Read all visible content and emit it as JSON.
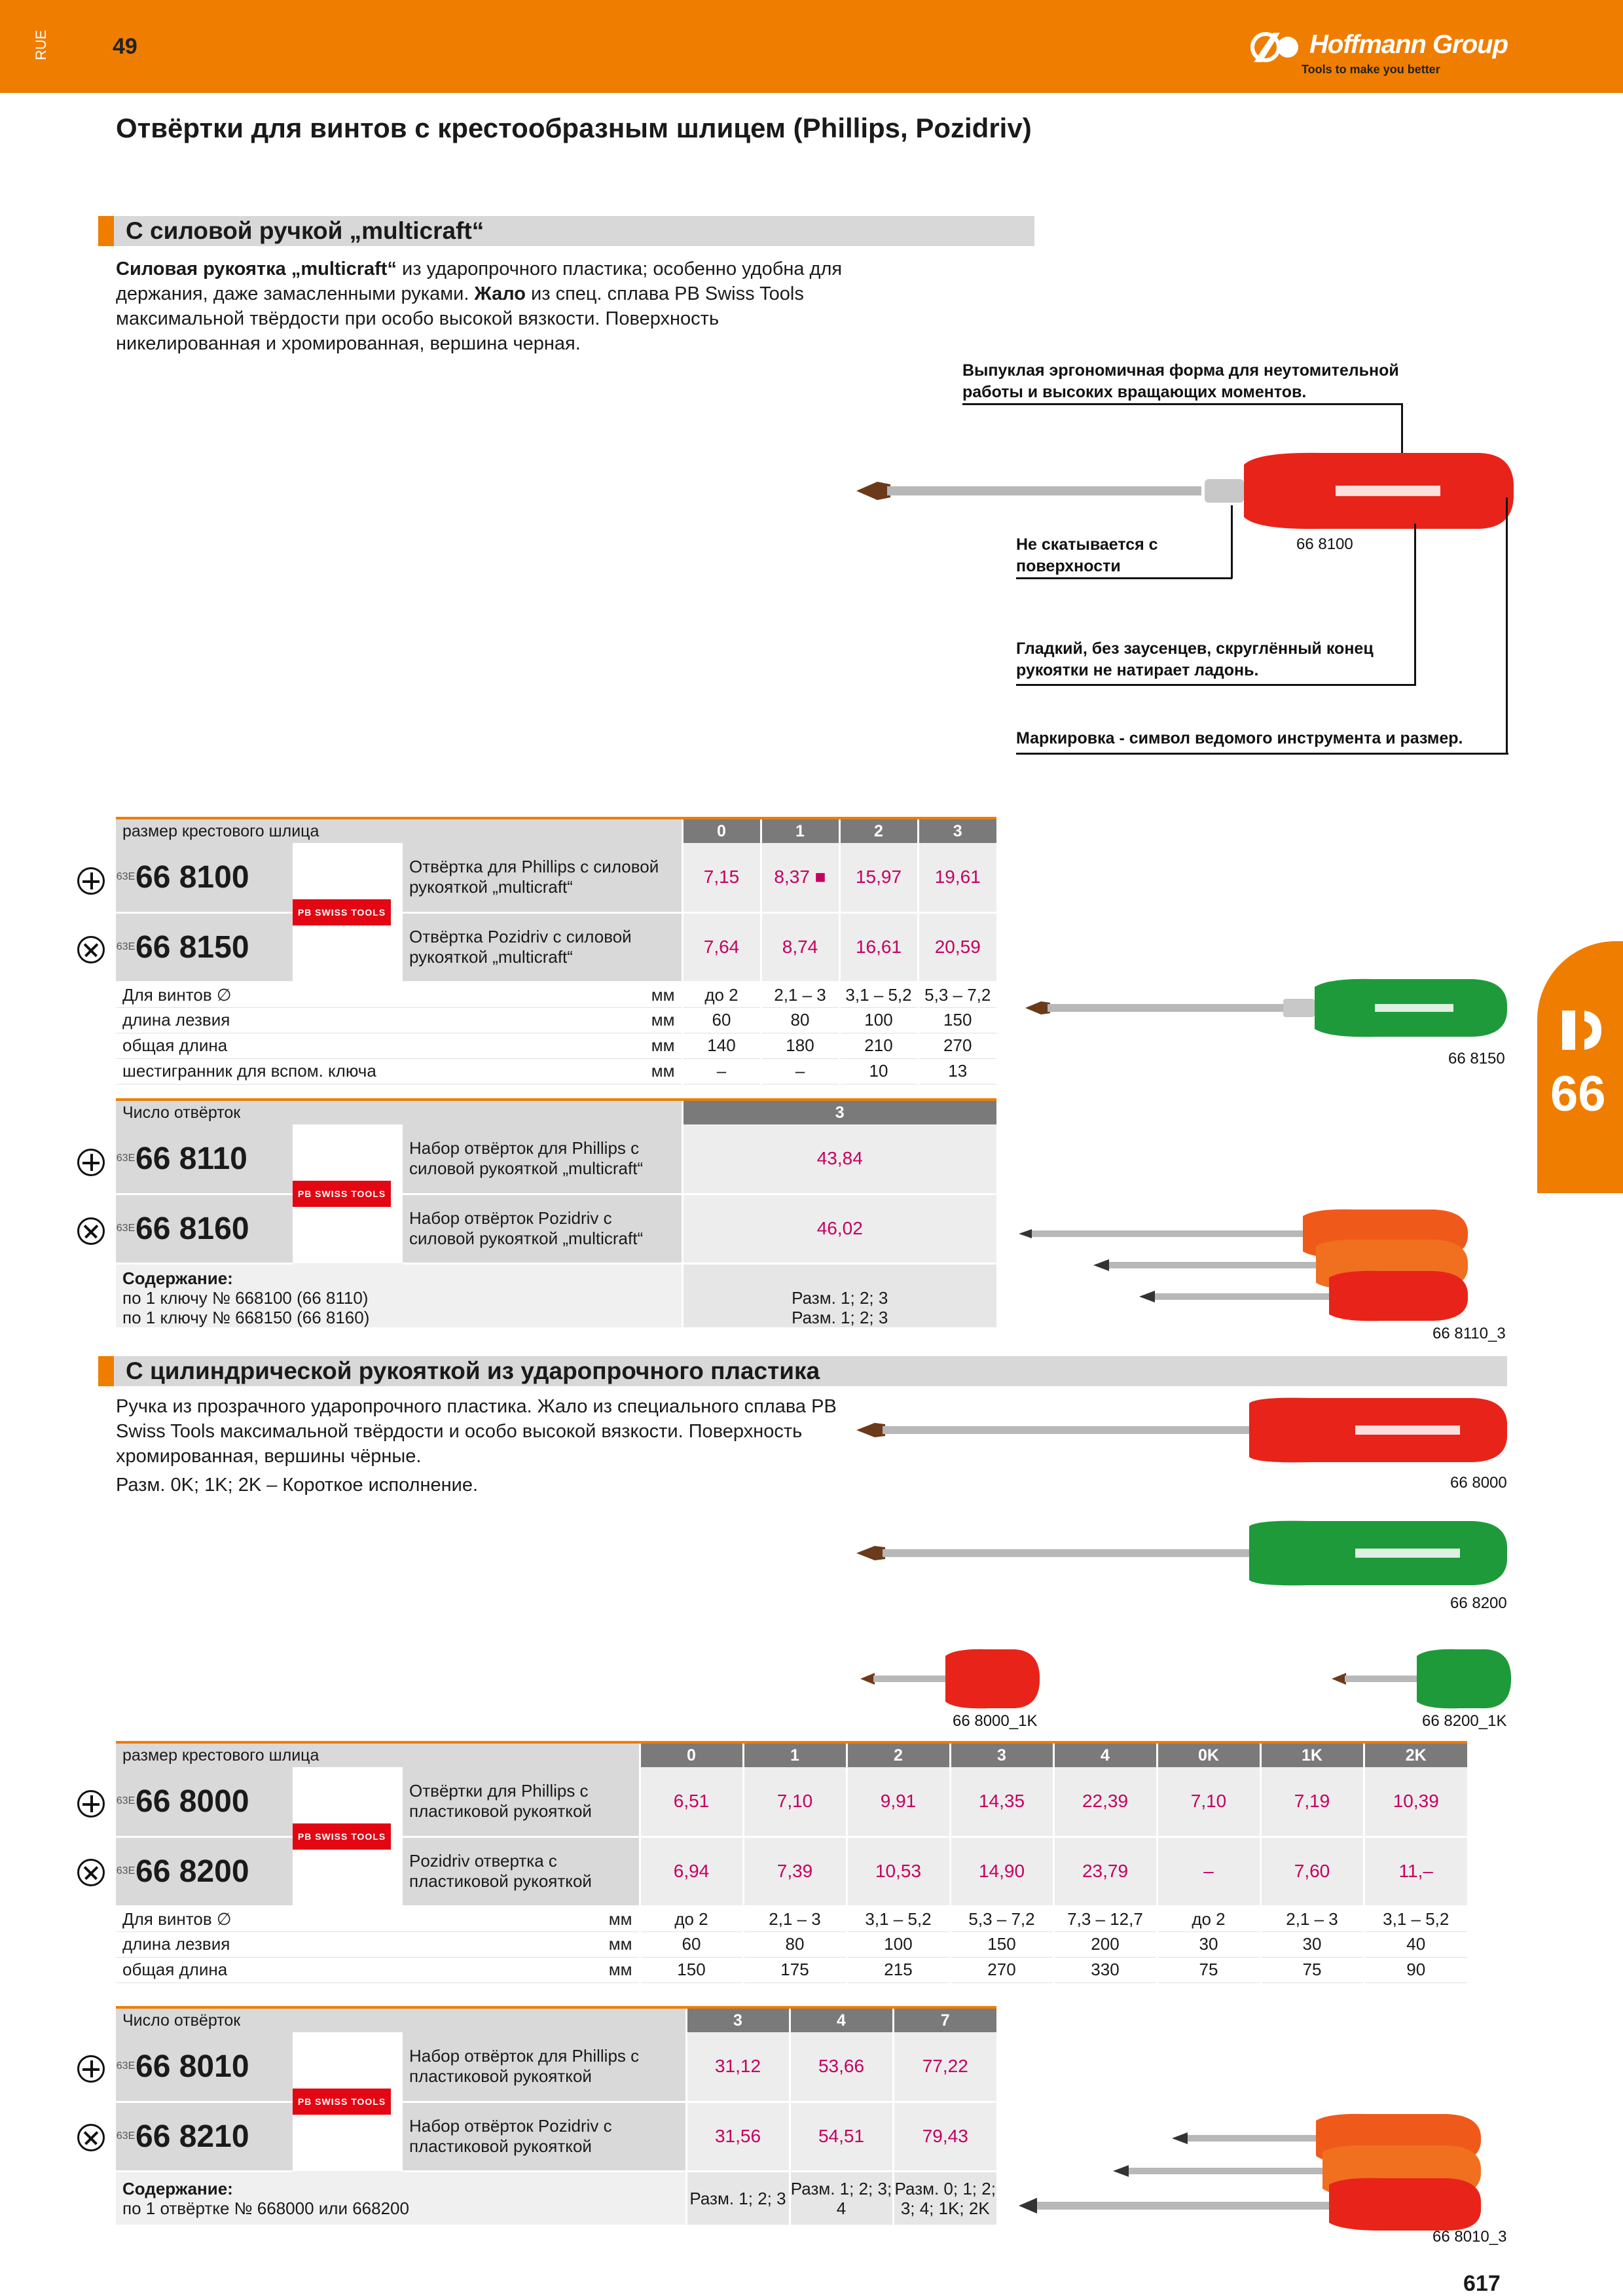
{
  "header": {
    "lang": "RUE",
    "page_left": "49",
    "brand": "Hoffmann Group",
    "tagline": "Tools to make you better"
  },
  "page_title": "Отвёртки для винтов с крестообразным шлицем (Phillips, Pozidriv)",
  "section1": {
    "title": "С силовой ручкой „multicraft“",
    "p_bold1": "Силовая рукоятка „multicraft“",
    "p_text1": " из ударопрочного пластика; особенно удобна для держания, даже замасленными руками. ",
    "p_bold2": "Жало",
    "p_text2": " из спец. сплава PB Swiss Tools максимальной твёрдости при особо высокой вязкости. Поверхность никелированная и хромированная, вершина черная.",
    "callouts": [
      "Выпуклая эргономичная форма для неутомительной работы и высоких вращающих моментов.",
      "Не скатывается с поверхности",
      "Гладкий, без заусенцев, скруглённый конец рукоятки не натирает ладонь.",
      "Маркировка - символ ведомого инструмента и размер."
    ],
    "img_labels": [
      "66 8100",
      "66 8150",
      "66 8110_3"
    ],
    "table1": {
      "header": "размер крестового шлица",
      "cols": [
        "0",
        "1",
        "2",
        "3"
      ],
      "rows": [
        {
          "tag": "63E",
          "art": "66 8100",
          "desc": "Отвёртка для Phillips с силовой рукояткой „multicraft“",
          "vals": [
            "7,15",
            "8,37 ■",
            "15,97",
            "19,61"
          ]
        },
        {
          "tag": "63E",
          "art": "66 8150",
          "desc": "Отвёртка Pozidriv с силовой рукояткой „multicraft“",
          "vals": [
            "7,64",
            "8,74",
            "16,61",
            "20,59"
          ]
        }
      ],
      "specs": [
        {
          "label": "Для винтов ∅",
          "unit": "мм",
          "vals": [
            "до 2",
            "2,1 – 3",
            "3,1 – 5,2",
            "5,3 – 7,2"
          ]
        },
        {
          "label": "длина лезвия",
          "unit": "мм",
          "vals": [
            "60",
            "80",
            "100",
            "150"
          ]
        },
        {
          "label": "общая длина",
          "unit": "мм",
          "vals": [
            "140",
            "180",
            "210",
            "270"
          ]
        },
        {
          "label": "шестигранник для вспом. ключа",
          "unit": "мм",
          "vals": [
            "–",
            "–",
            "10",
            "13"
          ]
        }
      ]
    },
    "table2": {
      "header": "Число отвёрток",
      "cols": [
        "3"
      ],
      "rows": [
        {
          "tag": "63E",
          "art": "66 8110",
          "desc": "Набор отвёрток для Phillips с силовой рукояткой „multicraft“",
          "vals": [
            "43,84"
          ]
        },
        {
          "tag": "63E",
          "art": "66 8160",
          "desc": "Набор отвёрток Pozidriv с силовой рукояткой „multicraft“",
          "vals": [
            "46,02"
          ]
        }
      ],
      "content_title": "Содержание:",
      "content_lines": [
        {
          "label": "по 1 ключу № 668100 (66 8110)",
          "val": "Разм. 1; 2; 3"
        },
        {
          "label": "по 1 ключу № 668150 (66 8160)",
          "val": "Разм. 1; 2; 3"
        }
      ]
    }
  },
  "section2": {
    "title": "С цилиндрической рукояткой из ударопрочного пластика",
    "para": "Ручка из прозрачного ударопрочного пластика. Жало из специального сплава PB Swiss Tools максимальной твёрдости и особо высокой вязкости. Поверхность хромированная, вершины чёрные.",
    "para2": "Разм. 0K; 1K; 2K – Короткое исполнение.",
    "img_labels": [
      "66 8000",
      "66 8200",
      "66 8000_1K",
      "66 8200_1K",
      "66 8010_3"
    ],
    "table1": {
      "header": "размер крестового шлица",
      "cols": [
        "0",
        "1",
        "2",
        "3",
        "4",
        "0K",
        "1K",
        "2K"
      ],
      "rows": [
        {
          "tag": "63E",
          "art": "66 8000",
          "desc": "Отвёртки для Phillips с пластиковой рукояткой",
          "vals": [
            "6,51",
            "7,10",
            "9,91",
            "14,35",
            "22,39",
            "7,10",
            "7,19",
            "10,39"
          ]
        },
        {
          "tag": "63E",
          "art": "66 8200",
          "desc": "Pozidriv отвертка с пластиковой рукояткой",
          "vals": [
            "6,94",
            "7,39",
            "10,53",
            "14,90",
            "23,79",
            "–",
            "7,60",
            "11,–"
          ]
        }
      ],
      "specs": [
        {
          "label": "Для винтов ∅",
          "unit": "мм",
          "vals": [
            "до 2",
            "2,1 – 3",
            "3,1 – 5,2",
            "5,3 – 7,2",
            "7,3 – 12,7",
            "до 2",
            "2,1 – 3",
            "3,1 – 5,2"
          ]
        },
        {
          "label": "длина лезвия",
          "unit": "мм",
          "vals": [
            "60",
            "80",
            "100",
            "150",
            "200",
            "30",
            "30",
            "40"
          ]
        },
        {
          "label": "общая длина",
          "unit": "мм",
          "vals": [
            "150",
            "175",
            "215",
            "270",
            "330",
            "75",
            "75",
            "90"
          ]
        }
      ]
    },
    "table2": {
      "header": "Число отвёрток",
      "cols": [
        "3",
        "4",
        "7"
      ],
      "rows": [
        {
          "tag": "63E",
          "art": "66 8010",
          "desc": "Набор отвёрток для Phillips с пластиковой рукояткой",
          "vals": [
            "31,12",
            "53,66",
            "77,22"
          ]
        },
        {
          "tag": "63E",
          "art": "66 8210",
          "desc": "Набор отвёрток Pozidriv с пластиковой рукояткой",
          "vals": [
            "31,56",
            "54,51",
            "79,43"
          ]
        }
      ],
      "content_title": "Содержание:",
      "content_label": "по 1 отвёртке № 668000 или 668200",
      "content_vals": [
        "Разм. 1; 2; 3",
        "Разм. 1; 2; 3; 4",
        "Разм. 0; 1; 2; 3; 4; 1K; 2K"
      ]
    }
  },
  "side_tab": "66",
  "page_right": "617",
  "brand_box": "PB SWISS TOOLS",
  "colors": {
    "accent": "#ef7d00",
    "price": "#c40060",
    "red_handle": "#e8241a",
    "green_handle": "#1f9a3a"
  }
}
